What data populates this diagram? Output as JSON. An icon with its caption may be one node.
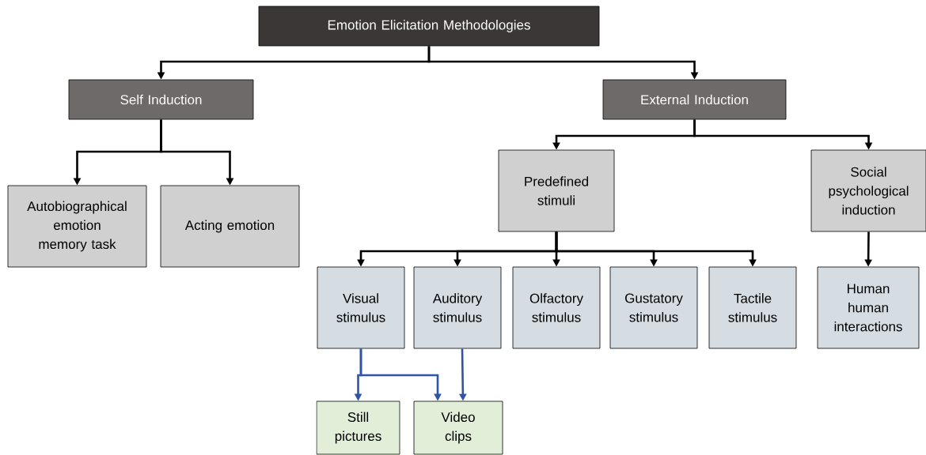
{
  "diagram": {
    "nodes": [
      {
        "text": [
          "Emotion Elicitation Methodologies"
        ]
      },
      {
        "text": [
          "Self Induction"
        ]
      },
      {
        "text": [
          "External Induction"
        ]
      },
      {
        "text": [
          "Autobiographical emotion memory task"
        ]
      },
      {
        "text": [
          "Acting emotion"
        ]
      },
      {
        "text": [
          "Predefined stimuli"
        ]
      },
      {
        "text": [
          "Social psychological induction"
        ]
      },
      {
        "text": [
          "Visual stimulus"
        ]
      },
      {
        "text": [
          "Auditory stimulus"
        ]
      },
      {
        "text": [
          "Olfactory stimulus"
        ]
      },
      {
        "text": [
          "Gustatory stimulus"
        ]
      },
      {
        "text": [
          "Tactile stimulus"
        ]
      },
      {
        "text": [
          "Human human interactions"
        ]
      },
      {
        "text": [
          "Still pictures"
        ]
      },
      {
        "text": [
          "Video clips"
        ]
      }
    ],
    "edges": [
      {
        "from": 0,
        "to": 1,
        "arrow": "to"
      },
      {
        "from": 0,
        "to": 2,
        "arrow": "to"
      },
      {
        "from": 1,
        "to": 3,
        "arrow": "to"
      },
      {
        "from": 1,
        "to": 4,
        "arrow": "to"
      },
      {
        "from": 2,
        "to": 5,
        "arrow": "to"
      },
      {
        "from": 2,
        "to": 6,
        "arrow": "to"
      },
      {
        "from": 5,
        "to": 7,
        "arrow": "to"
      },
      {
        "from": 5,
        "to": 8,
        "arrow": "to"
      },
      {
        "from": 5,
        "to": 9,
        "arrow": "to"
      },
      {
        "from": 5,
        "to": 10,
        "arrow": "to"
      },
      {
        "from": 5,
        "to": 11,
        "arrow": "to"
      },
      {
        "from": 6,
        "to": 12,
        "arrow": "to"
      },
      {
        "from": 7,
        "to": 13,
        "arrow": "to",
        "color": "#2f55a4"
      },
      {
        "from": 7,
        "to": 14,
        "arrow": "to",
        "color": "#2f55a4"
      },
      {
        "from": 8,
        "to": 14,
        "arrow": "to",
        "color": "#2f55a4"
      }
    ]
  }
}
